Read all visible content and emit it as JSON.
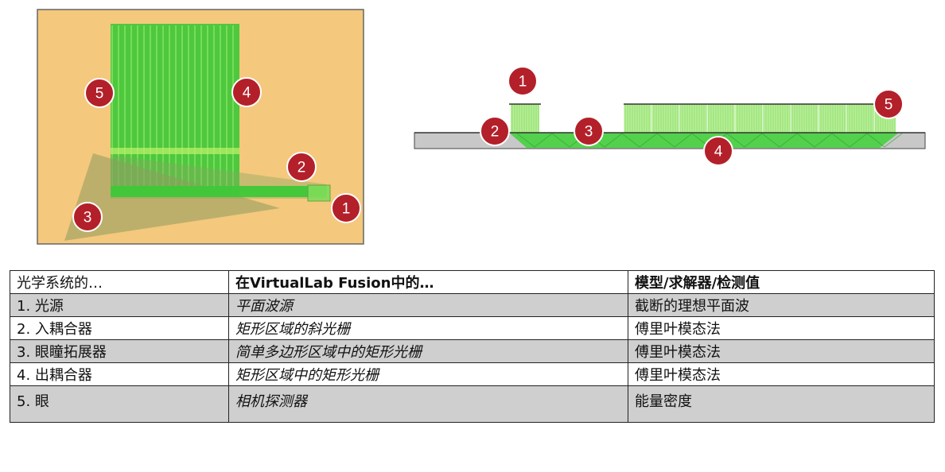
{
  "colors": {
    "panel_bg": "#f4c87d",
    "green": "#3fc838",
    "green_light": "#8fe07a",
    "eye_wedge": "#9ba86a",
    "substrate": "#c8c8c8",
    "marker": "#b3202a",
    "row_alt": "#cfcfcf"
  },
  "figure": {
    "top_view_markers": [
      "5",
      "4",
      "2",
      "3",
      "1"
    ],
    "side_view_markers": [
      "1",
      "2",
      "3",
      "4",
      "5"
    ]
  },
  "table": {
    "headers": [
      "光学系统的…",
      "在VirtualLab Fusion中的…",
      "模型/求解器/检测值"
    ],
    "rows": [
      {
        "part": "1. 光源",
        "vlf": "平面波源",
        "model": "截断的理想平面波"
      },
      {
        "part": "2. 入耦合器",
        "vlf": "矩形区域的斜光栅",
        "model": "傅里叶模态法"
      },
      {
        "part": "3. 眼瞳拓展器",
        "vlf": "简单多边形区域中的矩形光栅",
        "model": "傅里叶模态法"
      },
      {
        "part": "4. 出耦合器",
        "vlf": "矩形区域中的矩形光栅",
        "model": "傅里叶模态法"
      },
      {
        "part": "5. 眼",
        "vlf": "相机探测器",
        "model": "能量密度"
      }
    ]
  }
}
